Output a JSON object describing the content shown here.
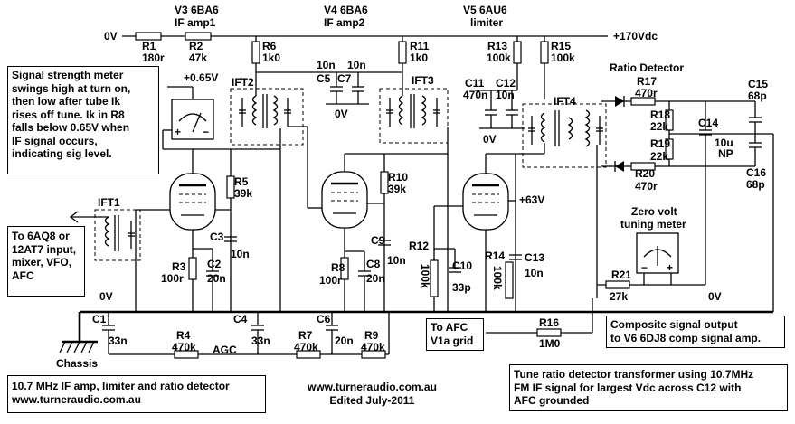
{
  "tubes": {
    "v3": {
      "ref": "V3 6BA6",
      "role": "IF amp1"
    },
    "v4": {
      "ref": "V4 6BA6",
      "role": "IF amp2"
    },
    "v5": {
      "ref": "V5 6AU6",
      "role": "limiter"
    }
  },
  "rails": {
    "zero_v_top": "0V",
    "b_plus": "+170Vdc",
    "zero_v_bottom_left": "0V",
    "zero_v_bottom_right": "0V",
    "screen_063": "+63V",
    "meter_bias": "+0.65V",
    "agc": "AGC",
    "chassis": "Chassis"
  },
  "components": {
    "r1": {
      "ref": "R1",
      "value": "180r"
    },
    "r2": {
      "ref": "R2",
      "value": "47k"
    },
    "r3": {
      "ref": "R3",
      "value": "100r"
    },
    "r4": {
      "ref": "R4",
      "value": "470k"
    },
    "r5": {
      "ref": "R5",
      "value": "39k"
    },
    "r6": {
      "ref": "R6",
      "value": "1k0"
    },
    "r7": {
      "ref": "R7",
      "value": "470k"
    },
    "r8": {
      "ref": "R8",
      "value": "100r"
    },
    "r9": {
      "ref": "R9",
      "value": "470k"
    },
    "r10": {
      "ref": "R10",
      "value": "39k"
    },
    "r11": {
      "ref": "R11",
      "value": "1k0"
    },
    "r12": {
      "ref": "R12",
      "value": "100k"
    },
    "r13": {
      "ref": "R13",
      "value": "100k"
    },
    "r14": {
      "ref": "R14",
      "value": "100k"
    },
    "r15": {
      "ref": "R15",
      "value": "100k"
    },
    "r16": {
      "ref": "R16",
      "value": "1M0"
    },
    "r17": {
      "ref": "R17",
      "value": "470r"
    },
    "r18": {
      "ref": "R18",
      "value": "22k"
    },
    "r19": {
      "ref": "R19",
      "value": "22k"
    },
    "r20": {
      "ref": "R20",
      "value": "470r"
    },
    "r21": {
      "ref": "R21",
      "value": "27k"
    },
    "c1": {
      "ref": "C1",
      "value": "33n"
    },
    "c2": {
      "ref": "C2",
      "value": "20n"
    },
    "c3": {
      "ref": "C3",
      "value": "10n"
    },
    "c4": {
      "ref": "C4",
      "value": "33n"
    },
    "c5": {
      "ref": "C5",
      "value": "10n"
    },
    "c6": {
      "ref": "C6",
      "value": "20n"
    },
    "c7": {
      "ref": "C7",
      "value": "10n"
    },
    "c8": {
      "ref": "C8",
      "value": "20n"
    },
    "c9": {
      "ref": "C9",
      "value": "10n"
    },
    "c10": {
      "ref": "C10",
      "value": "33p"
    },
    "c11": {
      "ref": "C11",
      "value": "470n"
    },
    "c12": {
      "ref": "C12",
      "value": "10n"
    },
    "c13": {
      "ref": "C13",
      "value": "10n"
    },
    "c14": {
      "ref": "C14",
      "value": "10u",
      "note": "NP"
    },
    "c15": {
      "ref": "C15",
      "value": "68p"
    },
    "c16": {
      "ref": "C16",
      "value": "68p"
    }
  },
  "transformers": {
    "ift1": "IFT1",
    "ift2": "IFT2",
    "ift3": "IFT3",
    "ift4": "IFT4"
  },
  "section_labels": {
    "ratio_detector": "Ratio Detector",
    "tuning_meter_line1": "Zero volt",
    "tuning_meter_line2": "tuning meter",
    "c5_c7_ground": "0V",
    "c11_c12_ground": "0V"
  },
  "meter_marks": {
    "minus": "−",
    "plus": "+"
  },
  "notes": {
    "signal_meter": "Signal strength meter\nswings high at turn on,\nthen low after tube Ik\nrises off tune. Ik in R8\nfalls below 0.65V when\nIF signal occurs,\nindicating sig level.",
    "ift1_output": "To 6AQ8 or\n12AT7 input,\nmixer, VFO,\nAFC",
    "afc_grid": "To AFC\nV1a grid",
    "composite_output": "Composite signal output\nto V6 6DJ8 comp signal amp.",
    "title_box": "10.7 MHz IF amp, limiter and ratio detector\nwww.turneraudio.com.au",
    "website_edit": "www.turneraudio.com.au\nEdited July-2011",
    "tuning_instruction": "Tune ratio detector transformer using 10.7MHz\nFM IF signal for largest Vdc across C12 with\nAFC grounded"
  }
}
